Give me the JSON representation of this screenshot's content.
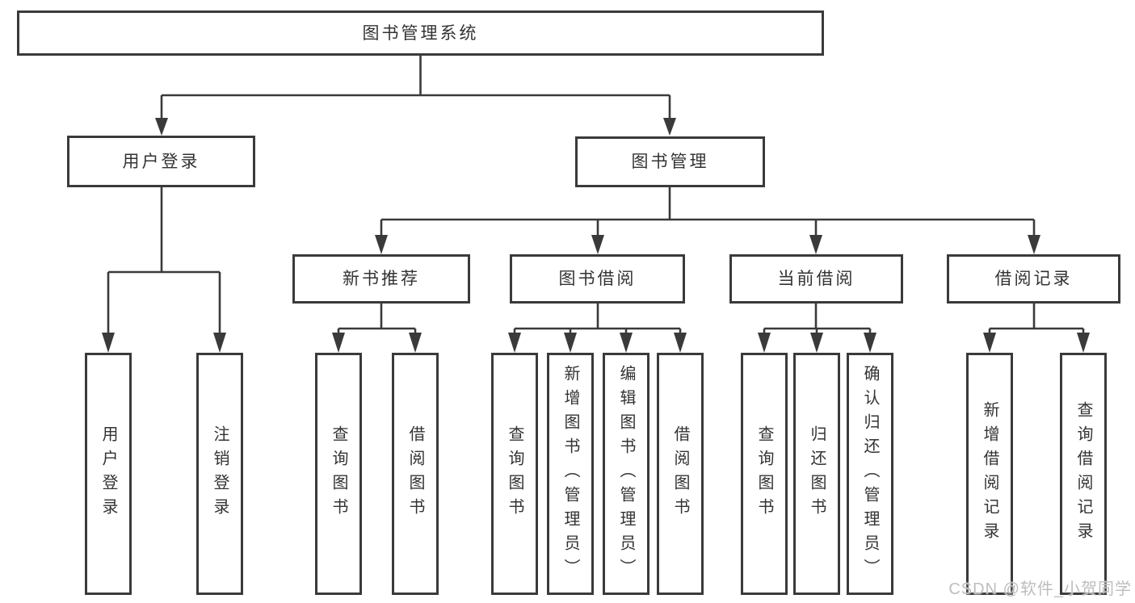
{
  "tree": {
    "root": "图书管理系统",
    "children": [
      {
        "label": "用户登录",
        "children": [
          "用户登录",
          "注销登录"
        ]
      },
      {
        "label": "图书管理",
        "children": [
          {
            "label": "新书推荐",
            "children": [
              "查询图书",
              "借阅图书"
            ]
          },
          {
            "label": "图书借阅",
            "children": [
              "查询图书",
              "新增图书（管理员）",
              "编辑图书（管理员）",
              "借阅图书"
            ]
          },
          {
            "label": "当前借阅",
            "children": [
              "查询图书",
              "归还图书",
              "确认归还（管理员）"
            ]
          },
          {
            "label": "借阅记录",
            "children": [
              "新增借阅记录",
              "查询借阅记录"
            ]
          }
        ]
      }
    ]
  },
  "watermark": "CSDN @软件_小贺同学",
  "colors": {
    "line": "#3a3a3a",
    "text": "#333333",
    "watermark": "#bdbdbd",
    "background": "#ffffff"
  }
}
